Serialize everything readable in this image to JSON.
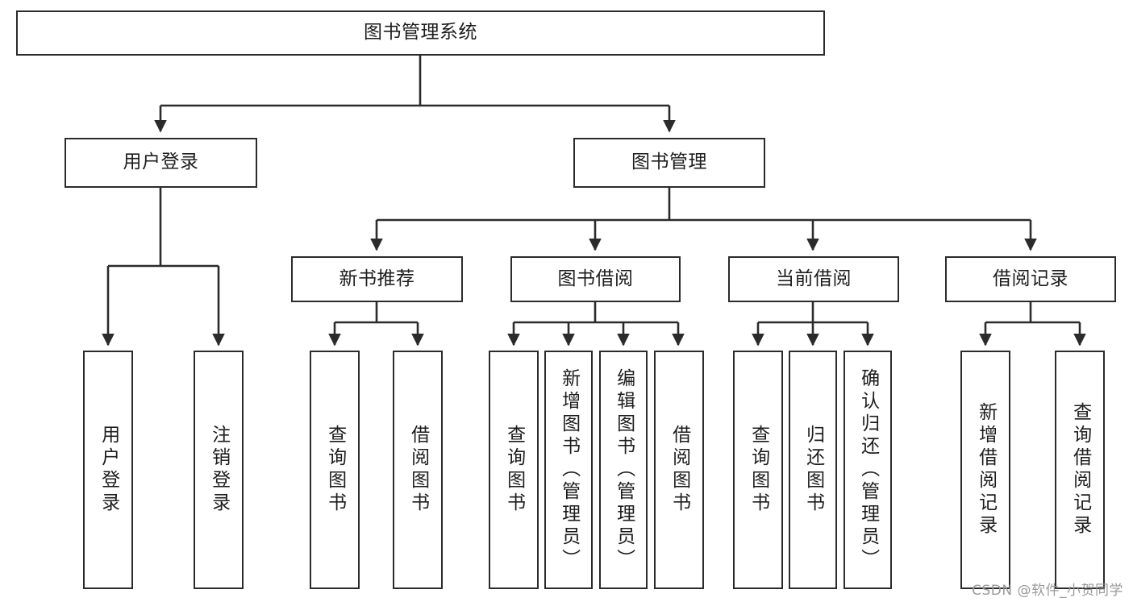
{
  "diagram": {
    "type": "tree-hierarchy",
    "title": "图书管理系统",
    "orientation": "top-down",
    "colors": {
      "stroke": "#2b2b2b",
      "fill": "#ffffff",
      "text": "#1d1d1d",
      "watermark": "#9a9a9a"
    },
    "root": {
      "label": "图书管理系统"
    },
    "level1": [
      {
        "label": "用户登录"
      },
      {
        "label": "图书管理"
      }
    ],
    "level2": [
      {
        "label": "新书推荐"
      },
      {
        "label": "图书借阅"
      },
      {
        "label": "当前借阅"
      },
      {
        "label": "借阅记录"
      }
    ],
    "leaves": {
      "user_login": [
        {
          "label": "用户登录"
        },
        {
          "label": "注销登录"
        }
      ],
      "new_book_recommend": [
        {
          "label": "查询图书"
        },
        {
          "label": "借阅图书"
        }
      ],
      "book_borrow": [
        {
          "label": "查询图书"
        },
        {
          "label": "新增图书（管理员）"
        },
        {
          "label": "编辑图书（管理员）"
        },
        {
          "label": "借阅图书"
        }
      ],
      "current_borrow": [
        {
          "label": "查询图书"
        },
        {
          "label": "归还图书"
        },
        {
          "label": "确认归还（管理员）"
        }
      ],
      "borrow_record": [
        {
          "label": "新增借阅记录"
        },
        {
          "label": "查询借阅记录"
        }
      ]
    },
    "watermark": "CSDN @软件_小贺同学"
  }
}
